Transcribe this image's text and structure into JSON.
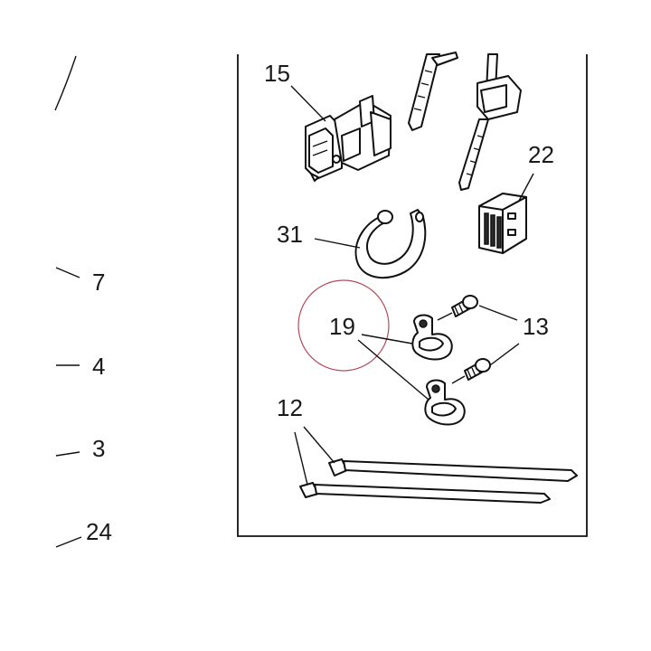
{
  "labels": {
    "left": [
      "7",
      "4",
      "3",
      "24"
    ],
    "p15": "15",
    "p22": "22",
    "p31": "31",
    "p19": "19",
    "p13": "13",
    "p12": "12"
  },
  "colors": {
    "ink": "#111111",
    "highlight_circle": "#b34a5a",
    "background": "#ffffff"
  }
}
